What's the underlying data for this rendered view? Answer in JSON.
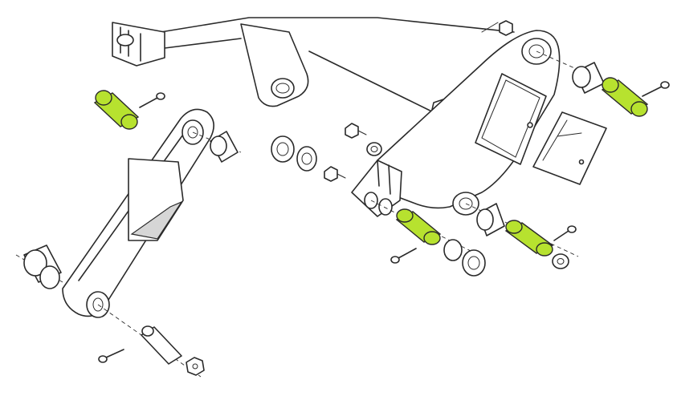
{
  "diagram": {
    "highlight_color": "#b7e22f",
    "line_color": "#2a2a2a",
    "background": "#ffffff",
    "highlighted_parts": [
      "pin-upper-left",
      "pin-upper-right",
      "pin-center",
      "pin-center-right"
    ]
  }
}
